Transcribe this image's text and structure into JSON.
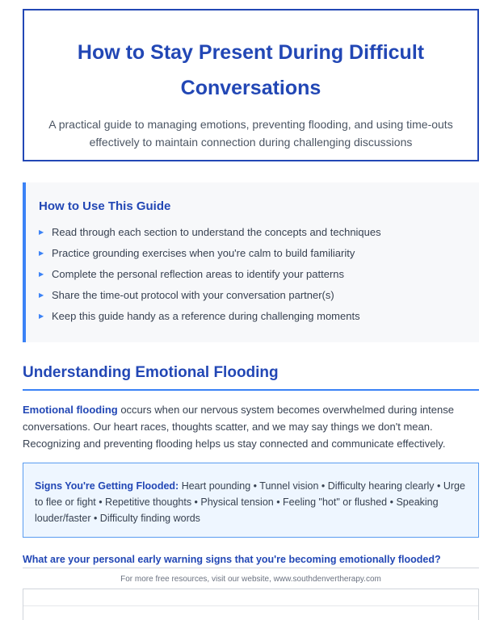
{
  "header": {
    "title": "How to Stay Present During Difficult Conversations",
    "subtitle": "A practical guide to managing emotions, preventing flooding, and using time-outs effectively to maintain connection during challenging discussions"
  },
  "guide": {
    "title": "How to Use This Guide",
    "items": [
      "Read through each section to understand the concepts and techniques",
      "Practice grounding exercises when you're calm to build familiarity",
      "Complete the personal reflection areas to identify your patterns",
      "Share the time-out protocol with your conversation partner(s)",
      "Keep this guide handy as a reference during challenging moments"
    ]
  },
  "flooding": {
    "section_title": "Understanding Emotional Flooding",
    "intro_term": "Emotional flooding",
    "intro_text": " occurs when our nervous system becomes overwhelmed during intense conversations. Our heart races, thoughts scatter, and we may say things we don't mean. Recognizing and preventing flooding helps us stay connected and communicate effectively.",
    "signs_label": "Signs You're Getting Flooded:",
    "signs_text": " Heart pounding • Tunnel vision • Difficulty hearing clearly • Urge to flee or fight • Repetitive thoughts • Physical tension • Feeling \"hot\" or flushed • Speaking louder/faster • Difficulty finding words",
    "question": "What are your personal early warning signs that you're becoming emotionally flooded?"
  },
  "footer": {
    "text": "For more free resources, visit our website, www.southdenvertherapy.com"
  },
  "colors": {
    "accent": "#2247b5",
    "bullet": "#3b82f6",
    "callout_bg": "#eef6ff"
  }
}
